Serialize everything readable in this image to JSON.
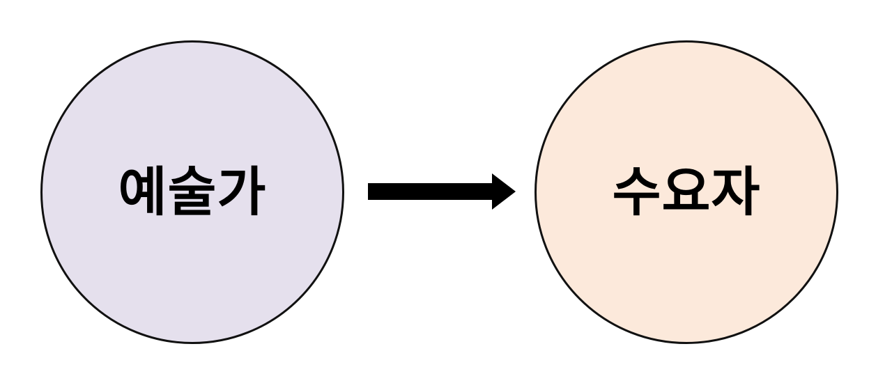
{
  "diagram": {
    "source_node": {
      "label": "예술가",
      "fill_color": "#e5e0ed"
    },
    "target_node": {
      "label": "수요자",
      "fill_color": "#fce9db"
    },
    "connector": {
      "direction": "left-to-right",
      "color": "#000000"
    }
  }
}
